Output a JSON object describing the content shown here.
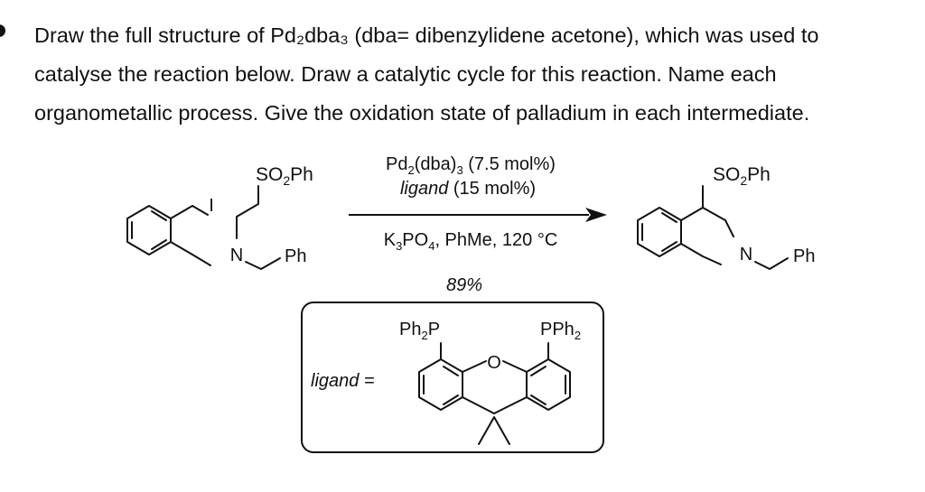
{
  "question": {
    "line1": "Draw the full structure of Pd₂dba₃ (dba= dibenzylidene acetone), which was used to",
    "line2": "catalyse the reaction below. Draw a catalytic cycle for this reaction. Name each",
    "line3": "organometallic process. Give the oxidation state of palladium in each intermediate."
  },
  "reactant": {
    "iodo": "I",
    "sulfonyl_main": "SO",
    "sulfonyl_sub": "2",
    "sulfonyl_tail": "Ph",
    "nitrogen": "N",
    "phenyl": "Ph"
  },
  "conditions": {
    "catalyst_main": "Pd",
    "catalyst_sub1": "2",
    "catalyst_mid": "(dba)",
    "catalyst_sub2": "3",
    "catalyst_load": " (7.5 mol%)",
    "ligand_word": "ligand",
    "ligand_load": " (15 mol%)",
    "base_k": "K",
    "base_sub1": "3",
    "base_po": "PO",
    "base_sub2": "4",
    "base_rest": ", PhMe, 120 °C",
    "yield": "89%"
  },
  "product": {
    "sulfonyl_main": "SO",
    "sulfonyl_sub": "2",
    "sulfonyl_tail": "Ph",
    "nitrogen": "N",
    "phenyl": "Ph"
  },
  "ligand_box": {
    "label": "ligand =",
    "phosphine_left_main": "Ph",
    "phosphine_left_sub": "2",
    "phosphine_left_tail": "P",
    "phosphine_right_main": "PPh",
    "phosphine_right_sub": "2",
    "oxygen": "O"
  }
}
